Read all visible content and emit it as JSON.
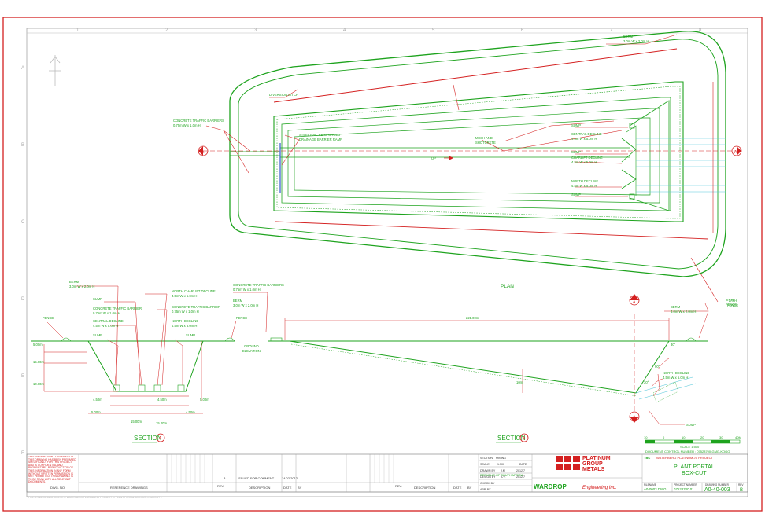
{
  "plan": {
    "title": "PLAN",
    "labels": {
      "berm": "BERM",
      "berm_dim": "3.0m W x 2.0m H",
      "diversion": "DIVERSION DITCH",
      "concrete_barriers": "CONCRETE TRAFFIC BARRIERS",
      "concrete_barriers_dim": "0.75m W x 1.0m H",
      "steel_rail": "STEEL RAIL REINFORCED",
      "steel_rail_2": "DRAINAGE BARRIER RAMP",
      "mesh": "MESH AND",
      "mesh_2": "SHOTCRETE",
      "up": "UP",
      "sump1": "SUMP",
      "central": "CENTRAL DECLINE",
      "central_dim": "4.5m W x 5.0m H",
      "sump2": "SUMP",
      "charlift": "CHARLIFT DECLINE",
      "charlift_dim": "4.5m W x 5.0m H",
      "north": "NORTH DECLINE",
      "north_dim": "4.5m W x 5.0m H",
      "sump3": "SUMP",
      "fence_h": "2m H",
      "fence": "FENCE"
    },
    "section_mark": "A",
    "grid_numbers": [
      "1",
      "2",
      "3",
      "4",
      "5",
      "6",
      "7",
      "8"
    ],
    "grid_letters": [
      "A",
      "B",
      "C",
      "D",
      "E",
      "F"
    ]
  },
  "section_left": {
    "title": "SECTION",
    "mark": "A",
    "labels": {
      "berm": "BERM",
      "berm_dim": "3.0m W x 2.0m H",
      "sump": "SUMP",
      "north_charlift": "NORTH CHARLIFT DECLINE",
      "north_charlift_dim": "4.5m W x 5.0m H",
      "concrete": "CONCRETE TRAFFIC BARRIER",
      "concrete_dim": "0.75m W x 1.0m H",
      "concrete2": "CONCRETE TRAFFIC BARRIER",
      "concrete2_dim": "0.75m W x 1.0m H",
      "central": "CENTRAL DECLINE",
      "central_dim": "4.5m W x 5.0m H",
      "north": "NORTH DECLINE",
      "north_dim": "4.5m W x 5.0m H",
      "sump_l": "SUMP",
      "sump_r": "SUMP",
      "fence": "FENCE",
      "fence2": "FENCE",
      "d1": "5.00m",
      "d2": "15.00m",
      "d3": "10.00m",
      "w1": "4.50m",
      "w2": "5.00m",
      "w3": "15.00m",
      "w4": "15.00m",
      "w5": "4.50m",
      "w6": "4.50m",
      "w7": "5.00m",
      "concrete_top": "CONCRETE TRAFFIC BARRIERS",
      "concrete_top_dim": "0.75m W x 1.0m H",
      "berm2": "BERM",
      "berm2_dim": "3.0m W x 2.0m H",
      "ground": "GROUND",
      "ground2": "ELEVATION"
    }
  },
  "section_right": {
    "title": "SECTION",
    "mark": "A",
    "labels": {
      "length": "221.00m",
      "berm": "BERM",
      "berm_dim": "3.0m W x 2.0m H",
      "fence_h": "2m H",
      "fence": "FENCE",
      "north": "NORTH DECLINE",
      "north_dim": "4.5m W x 5.0m H",
      "sump": "SUMP",
      "angle1": "30°",
      "angle2": "90°",
      "angle3": "30°",
      "dim_v": "10m"
    }
  },
  "scale": {
    "ticks": [
      "10",
      "0",
      "10",
      "20",
      "30",
      "40M"
    ],
    "label": "SCALE  1:500",
    "doc_control": "DOCUMENT CONTROL NUMBER  : 07528700-GMG-KOGO"
  },
  "title_block": {
    "notice": "THIS INFORMATION CONTAINED ON THIS DRAWING HAS BEEN PREPARED SPECIFICALLY FOR THIS PROJECT AND IS CONFIDENTIAL AND PROPRIETARY. REPRODUCTION OF THIS INFORMATION IN ANY FORM WITHOUT WRITTEN PERMISSION IS NOT PERMITTED. THIS DRAWING IS TO BE READ WITH ALL RELEVANT DOCUMENTS.",
    "dwg_no": "DWG. NO.",
    "reference": "REFERENCE DRAWINGS",
    "rev": "REV.",
    "issued": "ISSUED FOR COMMENT",
    "description": "DESCRIPTION",
    "date": "DATE",
    "by": "BY",
    "chk": "CHK",
    "app": "APP",
    "rev_no": "A",
    "date_val": "14/02/2012",
    "section": "SECTION",
    "section_val": "MINING",
    "scale": "SCALE",
    "scale_val": "1:500",
    "date2": "DATE",
    "drawn": "DRAWN BY",
    "drawn_val": "J.M",
    "drawn_date": "2012/7",
    "design": "DESIGN BY",
    "design_val": "A.V.",
    "design_date": "2012/7",
    "check": "CHECK BY",
    "approved": "APP. BY",
    "country": "REPUBLIC OF SOUTH AFRICA",
    "company1": "PLATINUM",
    "company2": "GROUP",
    "company3": "METALS",
    "project_code": "TBC",
    "project": "WATERBERG PLATINUM JV PROJECT",
    "drawing_title1": "PLANT PORTAL",
    "drawing_title2": "BOX-CUT",
    "wardrop": "WARDROP",
    "engineering": "Engineering Inc.",
    "filename_label": "FILENAME",
    "filename": "A0-0003.DWG",
    "project_no_label": "PROJECT NUMBER",
    "project_no": "07528700.01",
    "drawing_no_label": "DRAWING NUMBER",
    "drawing_no": "A0-40-003",
    "rev_label": "REV",
    "rev_val": "B"
  },
  "footer": "FILE: 07528700 DWG 0003 00 — WATERBERG PLATINUM JV PROJECT — PLANT PORTAL BOX-CUT — LAYOUT 1"
}
